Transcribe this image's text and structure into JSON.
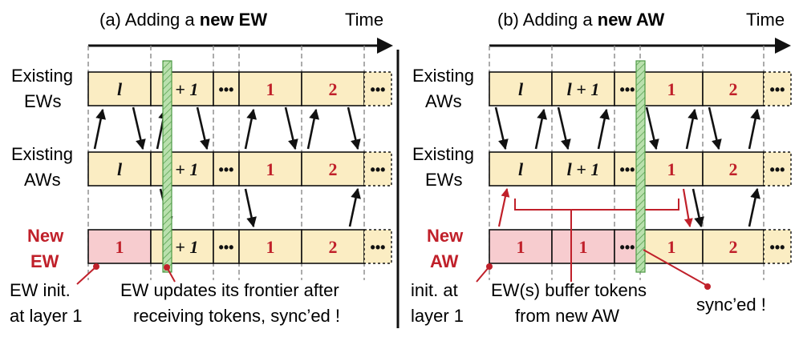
{
  "panel_a": {
    "title_prefix": "(a) Adding a ",
    "title_bold": "new EW",
    "time_label": "Time",
    "row1_label": [
      "Existing",
      "EWs"
    ],
    "row2_label": [
      "Existing",
      "AWs"
    ],
    "row3_label": [
      "New",
      "EW"
    ],
    "row1_cells": [
      "l",
      "l + 1",
      "•••",
      "1",
      "2",
      "•••"
    ],
    "row2_cells": [
      "l",
      "l + 1",
      "•••",
      "1",
      "2",
      "•••"
    ],
    "row3_cells": [
      "1",
      "l + 1",
      "•••",
      "1",
      "2",
      "•••"
    ],
    "note_left": [
      "EW init.",
      "at layer 1"
    ],
    "note_right": [
      "EW updates its frontier after",
      "receiving tokens, sync’ed !"
    ]
  },
  "panel_b": {
    "title_prefix": "(b) Adding a ",
    "title_bold": "new AW",
    "time_label": "Time",
    "row1_label": [
      "Existing",
      "AWs"
    ],
    "row2_label": [
      "Existing",
      "EWs"
    ],
    "row3_label": [
      "New",
      "AW"
    ],
    "row1_cells": [
      "l",
      "l + 1",
      "•••",
      "1",
      "2",
      "•••"
    ],
    "row2_cells": [
      "l",
      "l + 1",
      "•••",
      "1",
      "2",
      "•••"
    ],
    "row3_cells": [
      "1",
      "1",
      "•••",
      "1",
      "2",
      "•••"
    ],
    "note_left": [
      "init. at",
      "layer 1"
    ],
    "note_middle": [
      "EW(s) buffer tokens",
      "from new AW"
    ],
    "note_right": [
      "sync’ed !"
    ]
  },
  "colors": {
    "block": "#fbedc3",
    "new_block": "#f7cccf",
    "accent_red": "#c0202a",
    "sync_bar": "#9ad08a"
  }
}
